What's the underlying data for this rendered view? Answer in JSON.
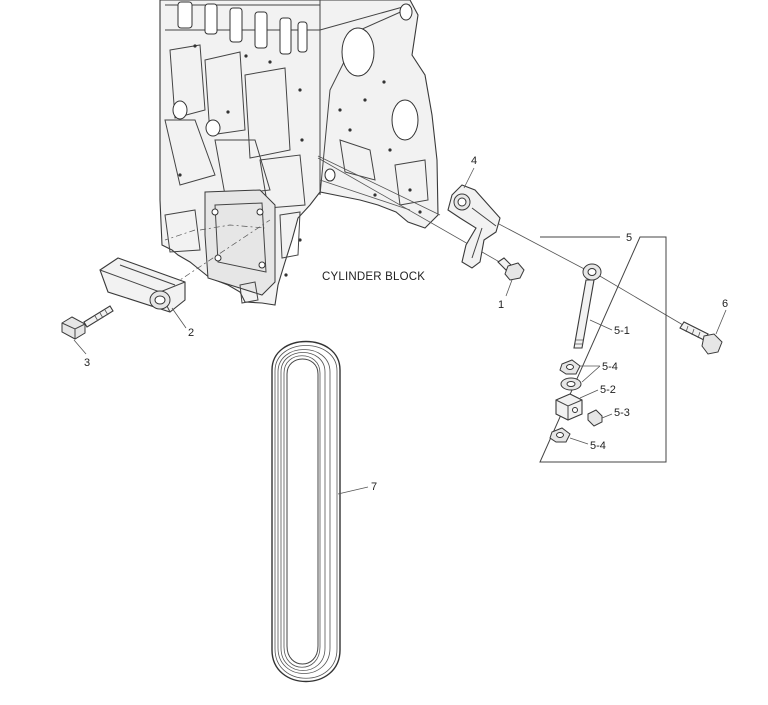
{
  "diagram": {
    "block_label": "CYLINDER BLOCK",
    "callouts": [
      {
        "id": "c1",
        "text": "1"
      },
      {
        "id": "c2",
        "text": "2"
      },
      {
        "id": "c3",
        "text": "3"
      },
      {
        "id": "c4",
        "text": "4"
      },
      {
        "id": "c5",
        "text": "5"
      },
      {
        "id": "c5_1",
        "text": "5-1"
      },
      {
        "id": "c5_2",
        "text": "5-2"
      },
      {
        "id": "c5_3",
        "text": "5-3"
      },
      {
        "id": "c5_4a",
        "text": "5-4"
      },
      {
        "id": "c5_4b",
        "text": "5-4"
      },
      {
        "id": "c6",
        "text": "6"
      },
      {
        "id": "c7",
        "text": "7"
      }
    ]
  },
  "colors": {
    "line": "#333333",
    "fill_light": "#f2f2f2",
    "fill_shadow": "#bdbdbd",
    "background": "#ffffff"
  }
}
